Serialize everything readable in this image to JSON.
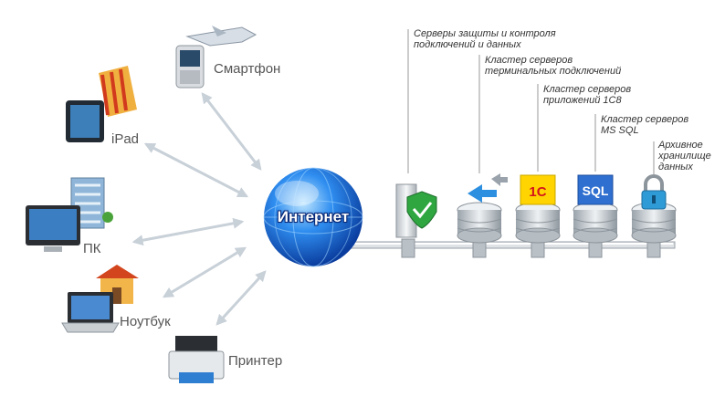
{
  "center": {
    "label": "Интернет"
  },
  "devices": {
    "smartphone": "Смартфон",
    "ipad": "iPad",
    "pc": "ПК",
    "laptop": "Ноутбук",
    "printer": "Принтер"
  },
  "servers": {
    "security": "Серверы защиты и контроля\nподключений и данных",
    "terminal": "Кластер серверов\nтерминальных подключений",
    "app1c": "Кластер серверов\nприложений 1С8",
    "sql": "Кластер серверов\nMS SQL",
    "archive": "Архивное\nхранилище\nданных"
  },
  "badges": {
    "onec": "1С",
    "sql": "SQL"
  },
  "colors": {
    "globe": "#1e6fd9",
    "arrow": "#c8d0d8",
    "shield": "#2fa640",
    "badge_1c": "#ffd400",
    "badge_sql": "#2f6fd0"
  }
}
